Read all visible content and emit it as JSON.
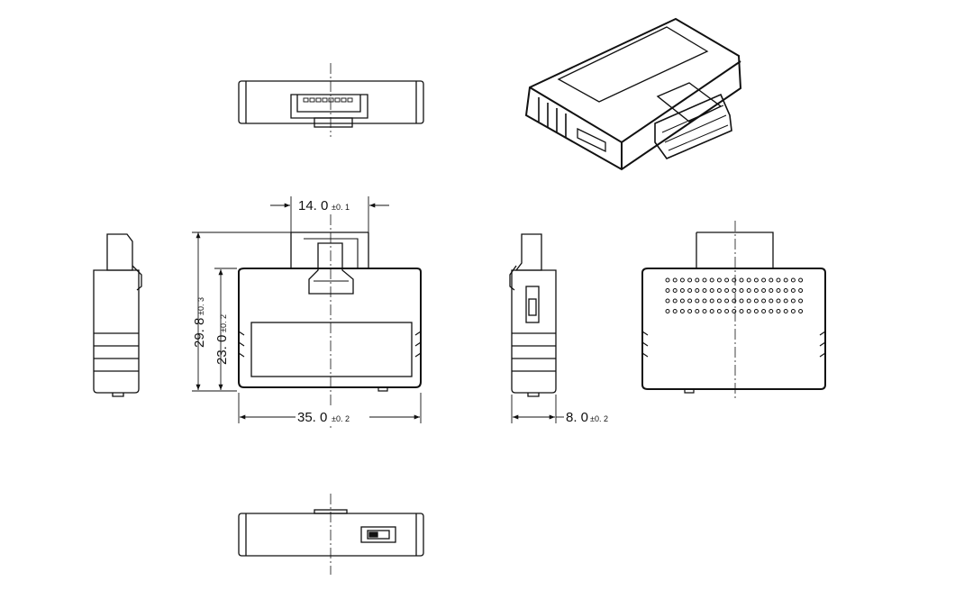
{
  "dimensions": {
    "width_top": {
      "value": "14. 0",
      "tol": "±0. 1"
    },
    "height_total": {
      "value": "29. 8",
      "tol": "±0. 3"
    },
    "height_body": {
      "value": "23. 0",
      "tol": "±0. 2"
    },
    "width_body": {
      "value": "35. 0",
      "tol": "±0. 2"
    },
    "thickness": {
      "value": "8. 0",
      "tol": "±0. 2"
    }
  },
  "colors": {
    "ink": "#111111",
    "background": "#ffffff"
  }
}
